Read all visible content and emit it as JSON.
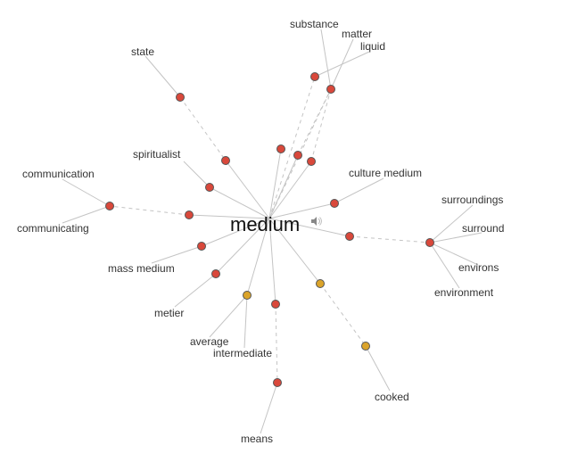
{
  "center": {
    "word": "medium",
    "audio_icon": "speaker-icon"
  },
  "colors": {
    "noun_node": "#d9483b",
    "adjective_node": "#dba42a",
    "edge": "#c4c4c4",
    "label": "#333333"
  },
  "words": [
    {
      "id": "state",
      "label": "state"
    },
    {
      "id": "substance",
      "label": "substance"
    },
    {
      "id": "matter",
      "label": "matter"
    },
    {
      "id": "liquid",
      "label": "liquid"
    },
    {
      "id": "spiritualist",
      "label": "spiritualist"
    },
    {
      "id": "communication",
      "label": "communication"
    },
    {
      "id": "communicating",
      "label": "communicating"
    },
    {
      "id": "culture-medium",
      "label": "culture medium"
    },
    {
      "id": "surroundings",
      "label": "surroundings"
    },
    {
      "id": "surround",
      "label": "surround"
    },
    {
      "id": "environs",
      "label": "environs"
    },
    {
      "id": "environment",
      "label": "environment"
    },
    {
      "id": "mass-medium",
      "label": "mass medium"
    },
    {
      "id": "metier",
      "label": "metier"
    },
    {
      "id": "average",
      "label": "average"
    },
    {
      "id": "intermediate",
      "label": "intermediate"
    },
    {
      "id": "means",
      "label": "means"
    },
    {
      "id": "cooked",
      "label": "cooked"
    }
  ]
}
